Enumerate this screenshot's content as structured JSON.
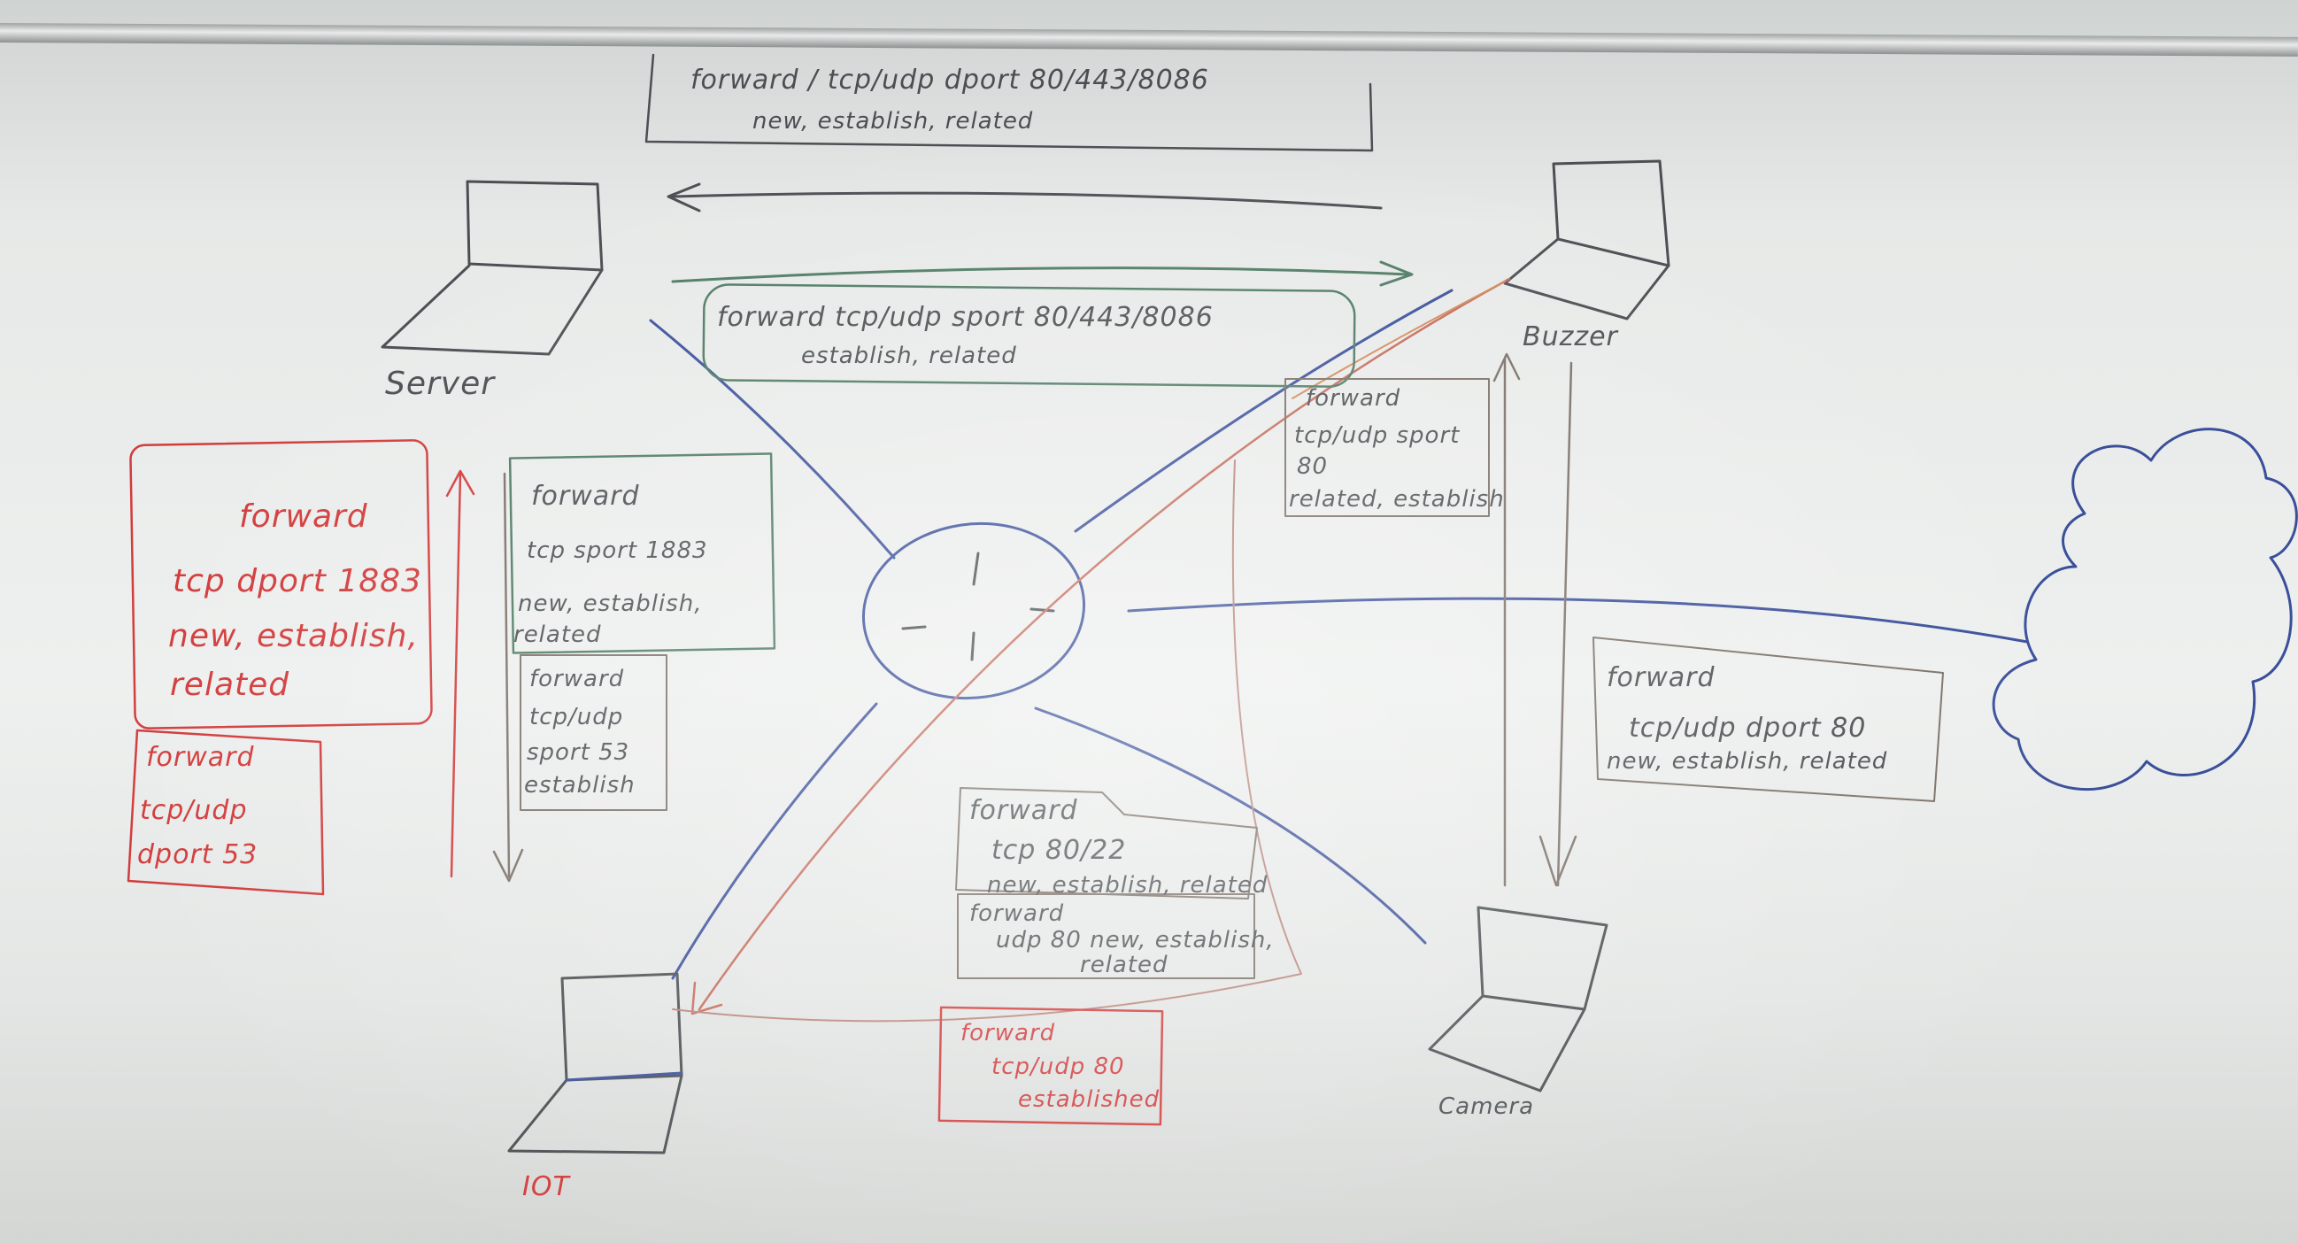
{
  "devices": {
    "server": {
      "label": "Server"
    },
    "buzzer": {
      "label": "Buzzer"
    },
    "iot": {
      "label": "IOT"
    },
    "camera": {
      "label": "Camera"
    }
  },
  "rules": {
    "top": {
      "lines": [
        "forward / tcp/udp dport 80/443/8086",
        "new, establish, related"
      ]
    },
    "server_buzzer": {
      "lines": [
        "forward tcp/udp sport 80/443/8086",
        "establish, related"
      ]
    },
    "buzzer_router": {
      "lines": [
        "forward",
        "tcp/udp sport",
        "80",
        "related, establish"
      ]
    },
    "left_mqtt": {
      "lines": [
        "forward",
        "tcp dport 1883",
        "new, establish,",
        "related"
      ]
    },
    "left_dns": {
      "lines": [
        "forward",
        "tcp/udp",
        "dport 53"
      ]
    },
    "mid_mqtt": {
      "lines": [
        "forward",
        "tcp sport 1883",
        "new, establish,",
        "related"
      ]
    },
    "mid_dns": {
      "lines": [
        "forward",
        "tcp/udp",
        "sport 53",
        "establish"
      ]
    },
    "camera_right": {
      "lines": [
        "forward",
        "tcp/udp dport 80",
        "new, establish, related"
      ]
    },
    "center_tcp": {
      "lines": [
        "forward",
        "tcp 80/22",
        "new, establish, related"
      ]
    },
    "center_udp": {
      "lines": [
        "forward",
        "udp 80 new, establish,",
        "related"
      ]
    },
    "bottom": {
      "lines": [
        "forward",
        "tcp/udp 80",
        "established"
      ]
    }
  },
  "colors": {
    "blue_link": "#3a4f9a",
    "black_marker": "#4b4e52",
    "green_marker": "#4d7a63",
    "red_marker": "#d23b3b",
    "brown_marker": "#7a6f66",
    "board": "#eceeed"
  }
}
